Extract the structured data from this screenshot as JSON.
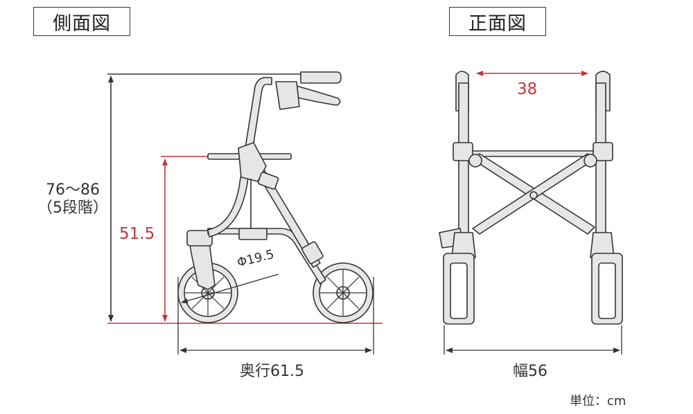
{
  "titles": {
    "side_view": "側面図",
    "front_view": "正面図"
  },
  "dimensions": {
    "height_value": "76～86",
    "height_note": "（5段階）",
    "seat_height": "51.5",
    "wheel_diameter": "Φ19.5",
    "depth": "奥行61.5",
    "inner_width": "38",
    "width": "幅56"
  },
  "unit_label": "単位：cm",
  "colors": {
    "dimension_red": "#c8323a",
    "line_dark": "#333333",
    "frame_fill": "#e6e6e6"
  }
}
